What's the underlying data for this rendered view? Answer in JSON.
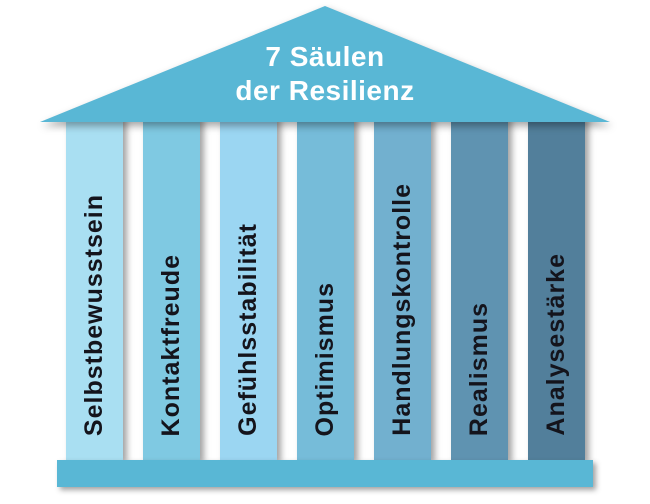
{
  "title": {
    "line1": "7 Säulen",
    "line2": "der Resilienz"
  },
  "pillars": [
    {
      "label": "Selbstbewusstsein",
      "color": "#a9dff2"
    },
    {
      "label": "Kontaktfreude",
      "color": "#7fc9e2"
    },
    {
      "label": "Gefühlsstabilität",
      "color": "#9bd6f2"
    },
    {
      "label": "Optimismus",
      "color": "#76bcd9"
    },
    {
      "label": "Handlungskontrolle",
      "color": "#72b0cf"
    },
    {
      "label": "Realismus",
      "color": "#5f93b1"
    },
    {
      "label": "Analysestärke",
      "color": "#527f9b"
    }
  ],
  "roof": {
    "color": "#59b7d5",
    "text_color": "#ffffff"
  },
  "base": {
    "color": "#59b7d5"
  },
  "text": {
    "pillar_text_color": "#14141c"
  }
}
